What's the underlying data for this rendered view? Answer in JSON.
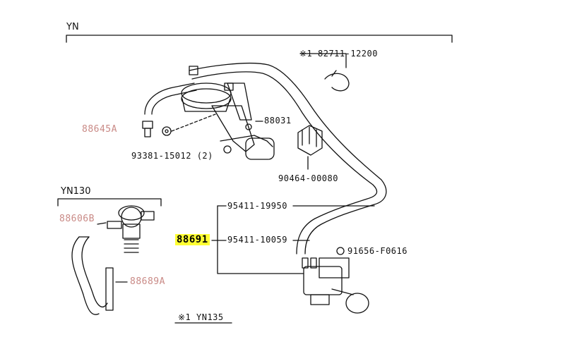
{
  "section_header": "YN",
  "subsection_header": "YN130",
  "footnote": "※1 YN135",
  "parts": {
    "p82711": "※1 82711-12200",
    "p88031": "88031",
    "p88645A": "88645A",
    "p93381": "93381-15012 (2)",
    "p90464": "90464-00080",
    "p88606B": "88606B",
    "p88689A": "88689A",
    "p95411_19950": "95411-19950",
    "p88691": "88691",
    "p95411_10059": "95411-10059",
    "p91656": "91656-F0616"
  },
  "colors": {
    "highlight": "#ffff33",
    "reference_label": "#c98a86",
    "line": "#111111"
  }
}
